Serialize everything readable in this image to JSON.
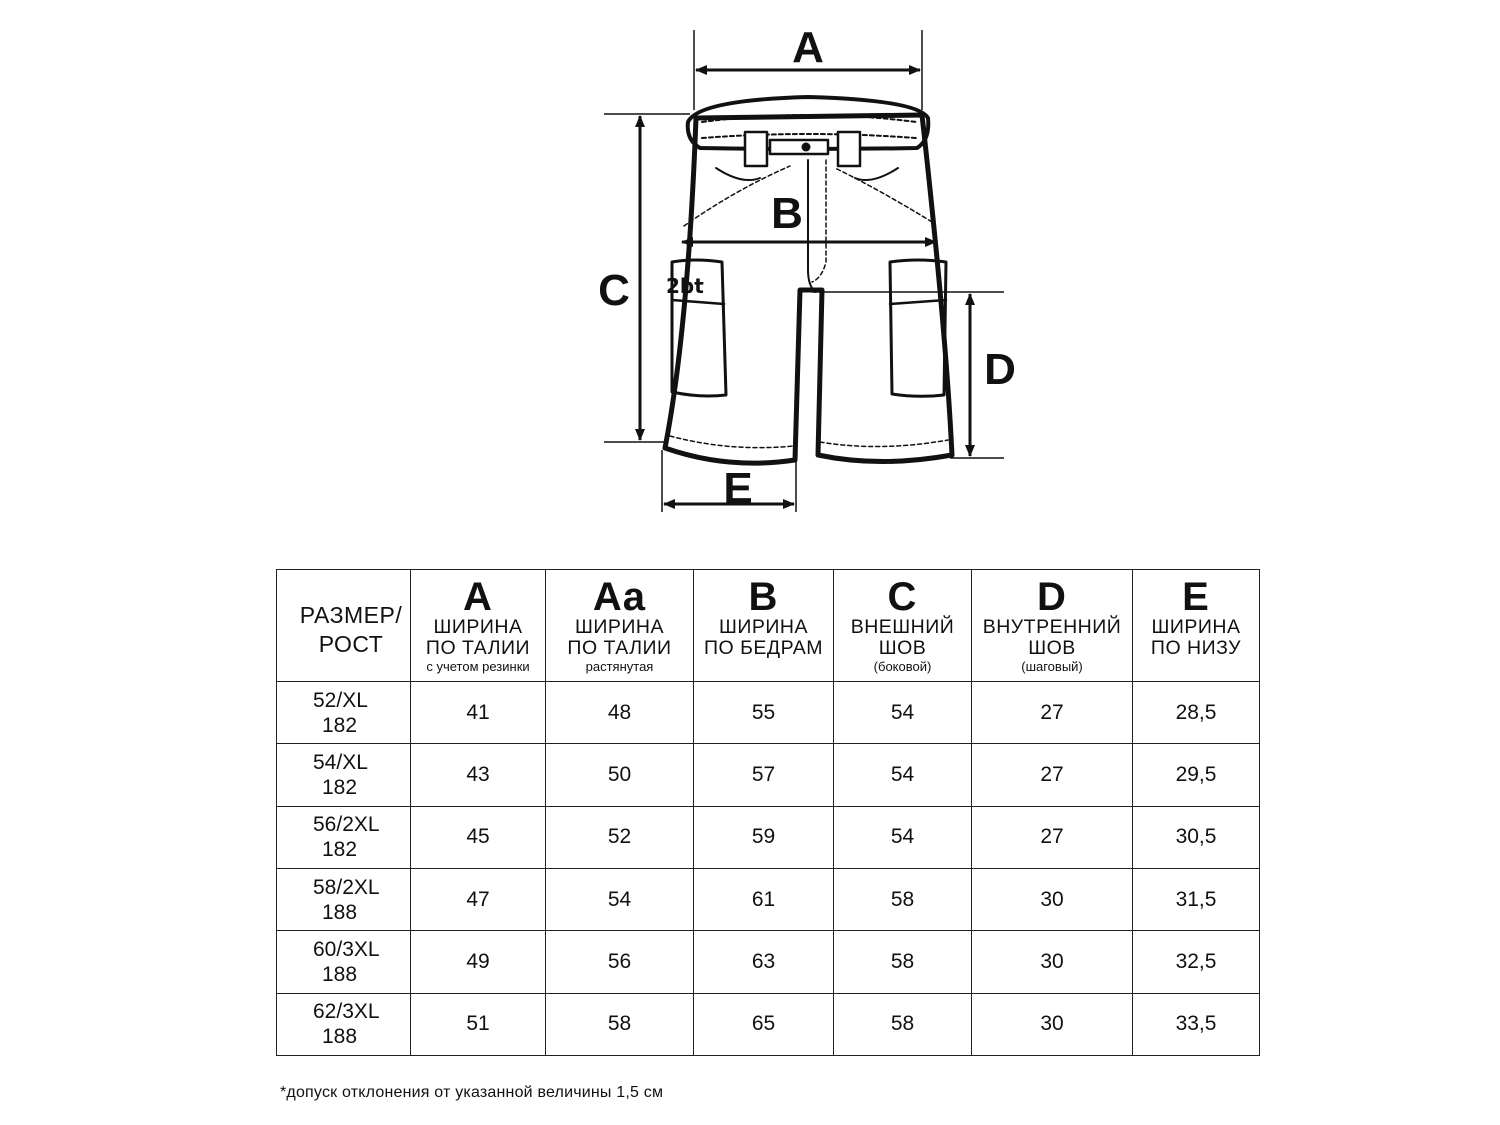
{
  "diagram": {
    "labels": [
      "A",
      "B",
      "C",
      "D",
      "E"
    ],
    "brand_mark": "2bt"
  },
  "table": {
    "headers": [
      {
        "letter": "",
        "name": [
          "РАЗМЕР/",
          "РОСТ"
        ],
        "note": ""
      },
      {
        "letter": "A",
        "name": [
          "ШИРИНА",
          "ПО ТАЛИИ"
        ],
        "note": "с учетом резинки"
      },
      {
        "letter": "Aa",
        "name": [
          "ШИРИНА",
          "ПО ТАЛИИ"
        ],
        "note": "растянутая"
      },
      {
        "letter": "B",
        "name": [
          "ШИРИНА",
          "ПО БЕДРАМ"
        ],
        "note": ""
      },
      {
        "letter": "C",
        "name": [
          "ВНЕШНИЙ",
          "ШОВ"
        ],
        "note": "(боковой)"
      },
      {
        "letter": "D",
        "name": [
          "ВНУТРЕННИЙ",
          "ШОВ"
        ],
        "note": "(шаговый)"
      },
      {
        "letter": "E",
        "name": [
          "ШИРИНА",
          "ПО НИЗУ"
        ],
        "note": ""
      }
    ],
    "rows": [
      {
        "size": "52/XL",
        "height": "182",
        "values": [
          "41",
          "48",
          "55",
          "54",
          "27",
          "28,5"
        ]
      },
      {
        "size": "54/XL",
        "height": "182",
        "values": [
          "43",
          "50",
          "57",
          "54",
          "27",
          "29,5"
        ]
      },
      {
        "size": "56/2XL",
        "height": "182",
        "values": [
          "45",
          "52",
          "59",
          "54",
          "27",
          "30,5"
        ]
      },
      {
        "size": "58/2XL",
        "height": "188",
        "values": [
          "47",
          "54",
          "61",
          "58",
          "30",
          "31,5"
        ]
      },
      {
        "size": "60/3XL",
        "height": "188",
        "values": [
          "49",
          "56",
          "63",
          "58",
          "30",
          "32,5"
        ]
      },
      {
        "size": "62/3XL",
        "height": "188",
        "values": [
          "51",
          "58",
          "65",
          "58",
          "30",
          "33,5"
        ]
      }
    ]
  },
  "footnote": "*допуск отклонения от указанной величины 1,5 см"
}
